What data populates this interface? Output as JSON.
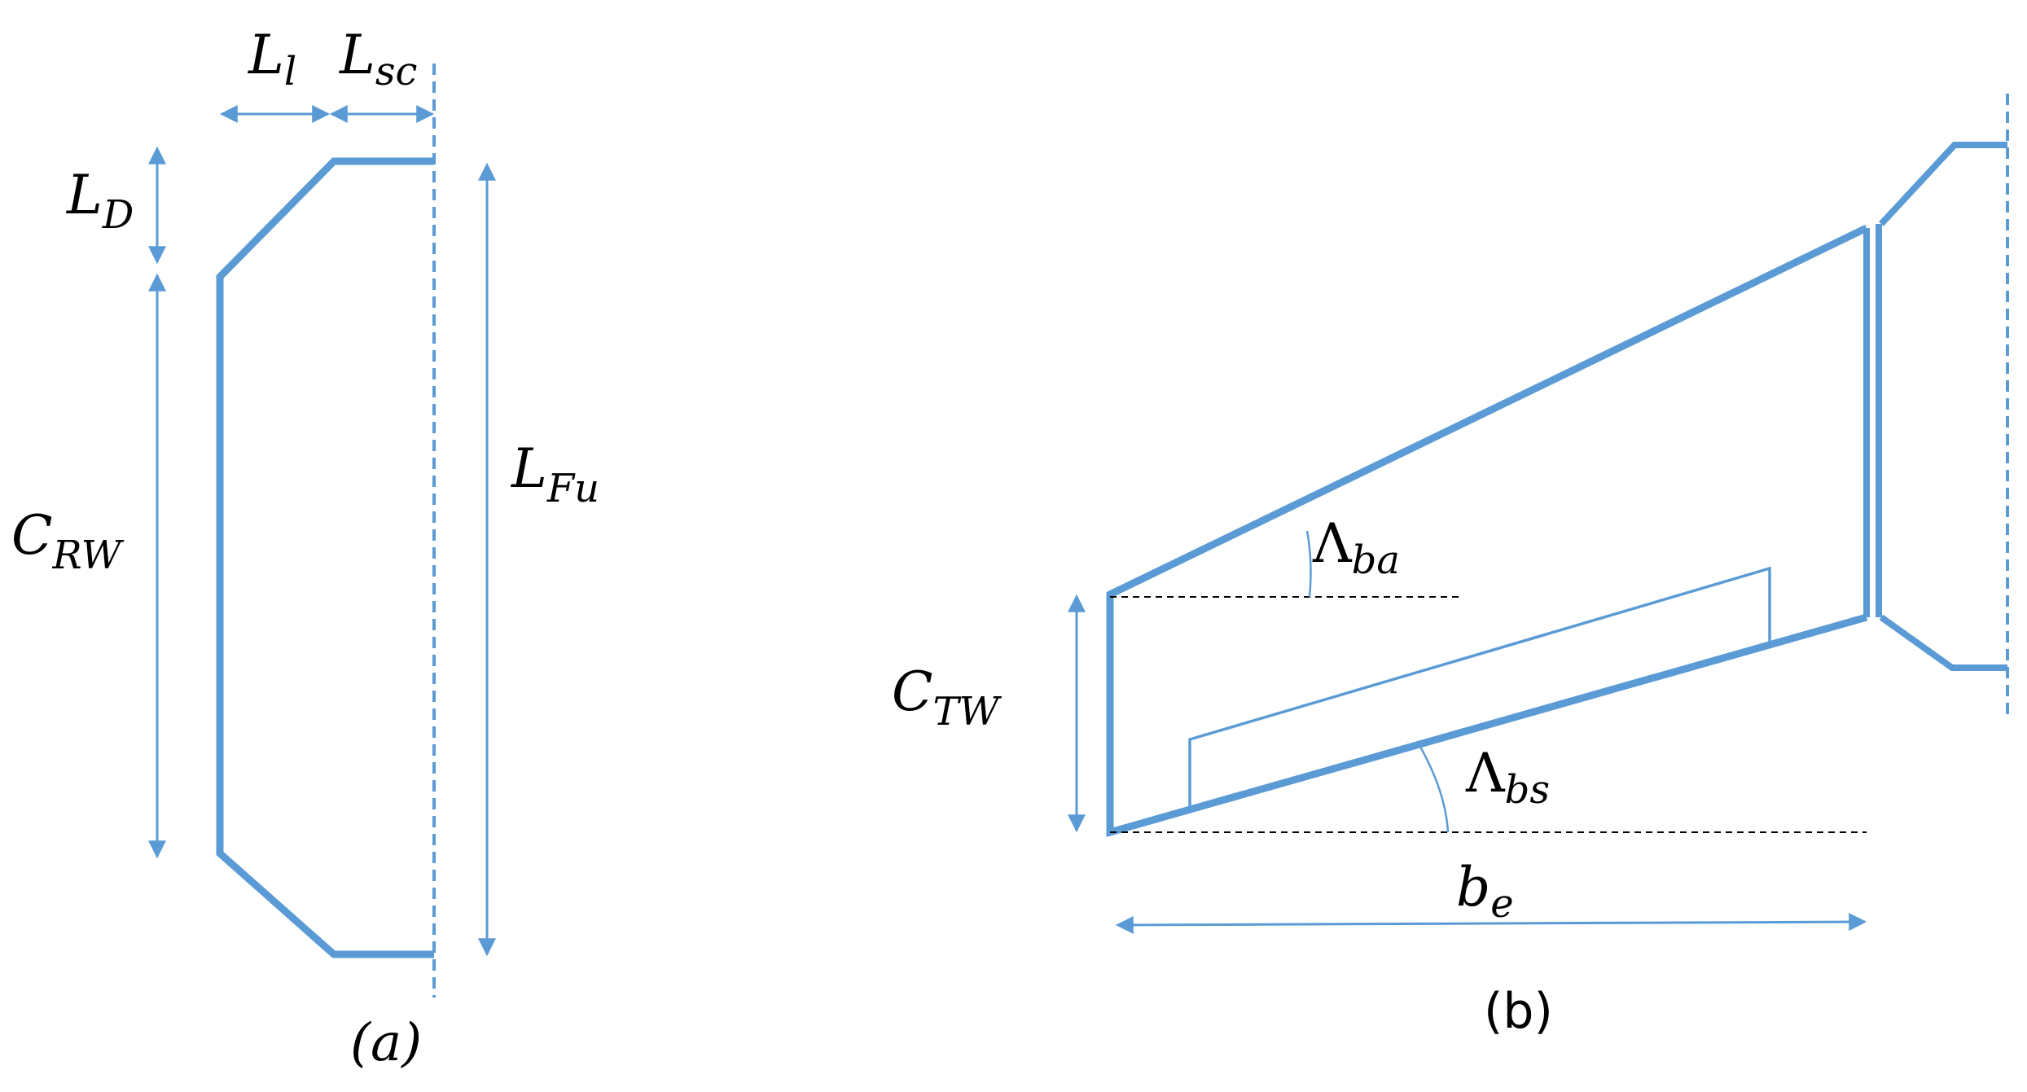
{
  "colors": {
    "outline": "#5b9bd5",
    "dim": "#5b9bd5",
    "dashed_ref": "#000000",
    "text": "#000000"
  },
  "panel_a": {
    "caption": "(a)",
    "labels": {
      "l_main": "L",
      "l_sub": "l",
      "lsc_main": "L",
      "lsc_sub": "sc",
      "ld_main": "L",
      "ld_sub": "D",
      "crw_main": "C",
      "crw_sub": "RW",
      "lfu_main": "L",
      "lfu_sub": "Fu"
    }
  },
  "panel_b": {
    "caption": "(b)",
    "labels": {
      "ctw_main": "C",
      "ctw_sub": "TW",
      "lba_main": "Λ",
      "lba_sub": "ba",
      "lbs_main": "Λ",
      "lbs_sub": "bs",
      "be_main": "b",
      "be_sub": "e"
    }
  }
}
